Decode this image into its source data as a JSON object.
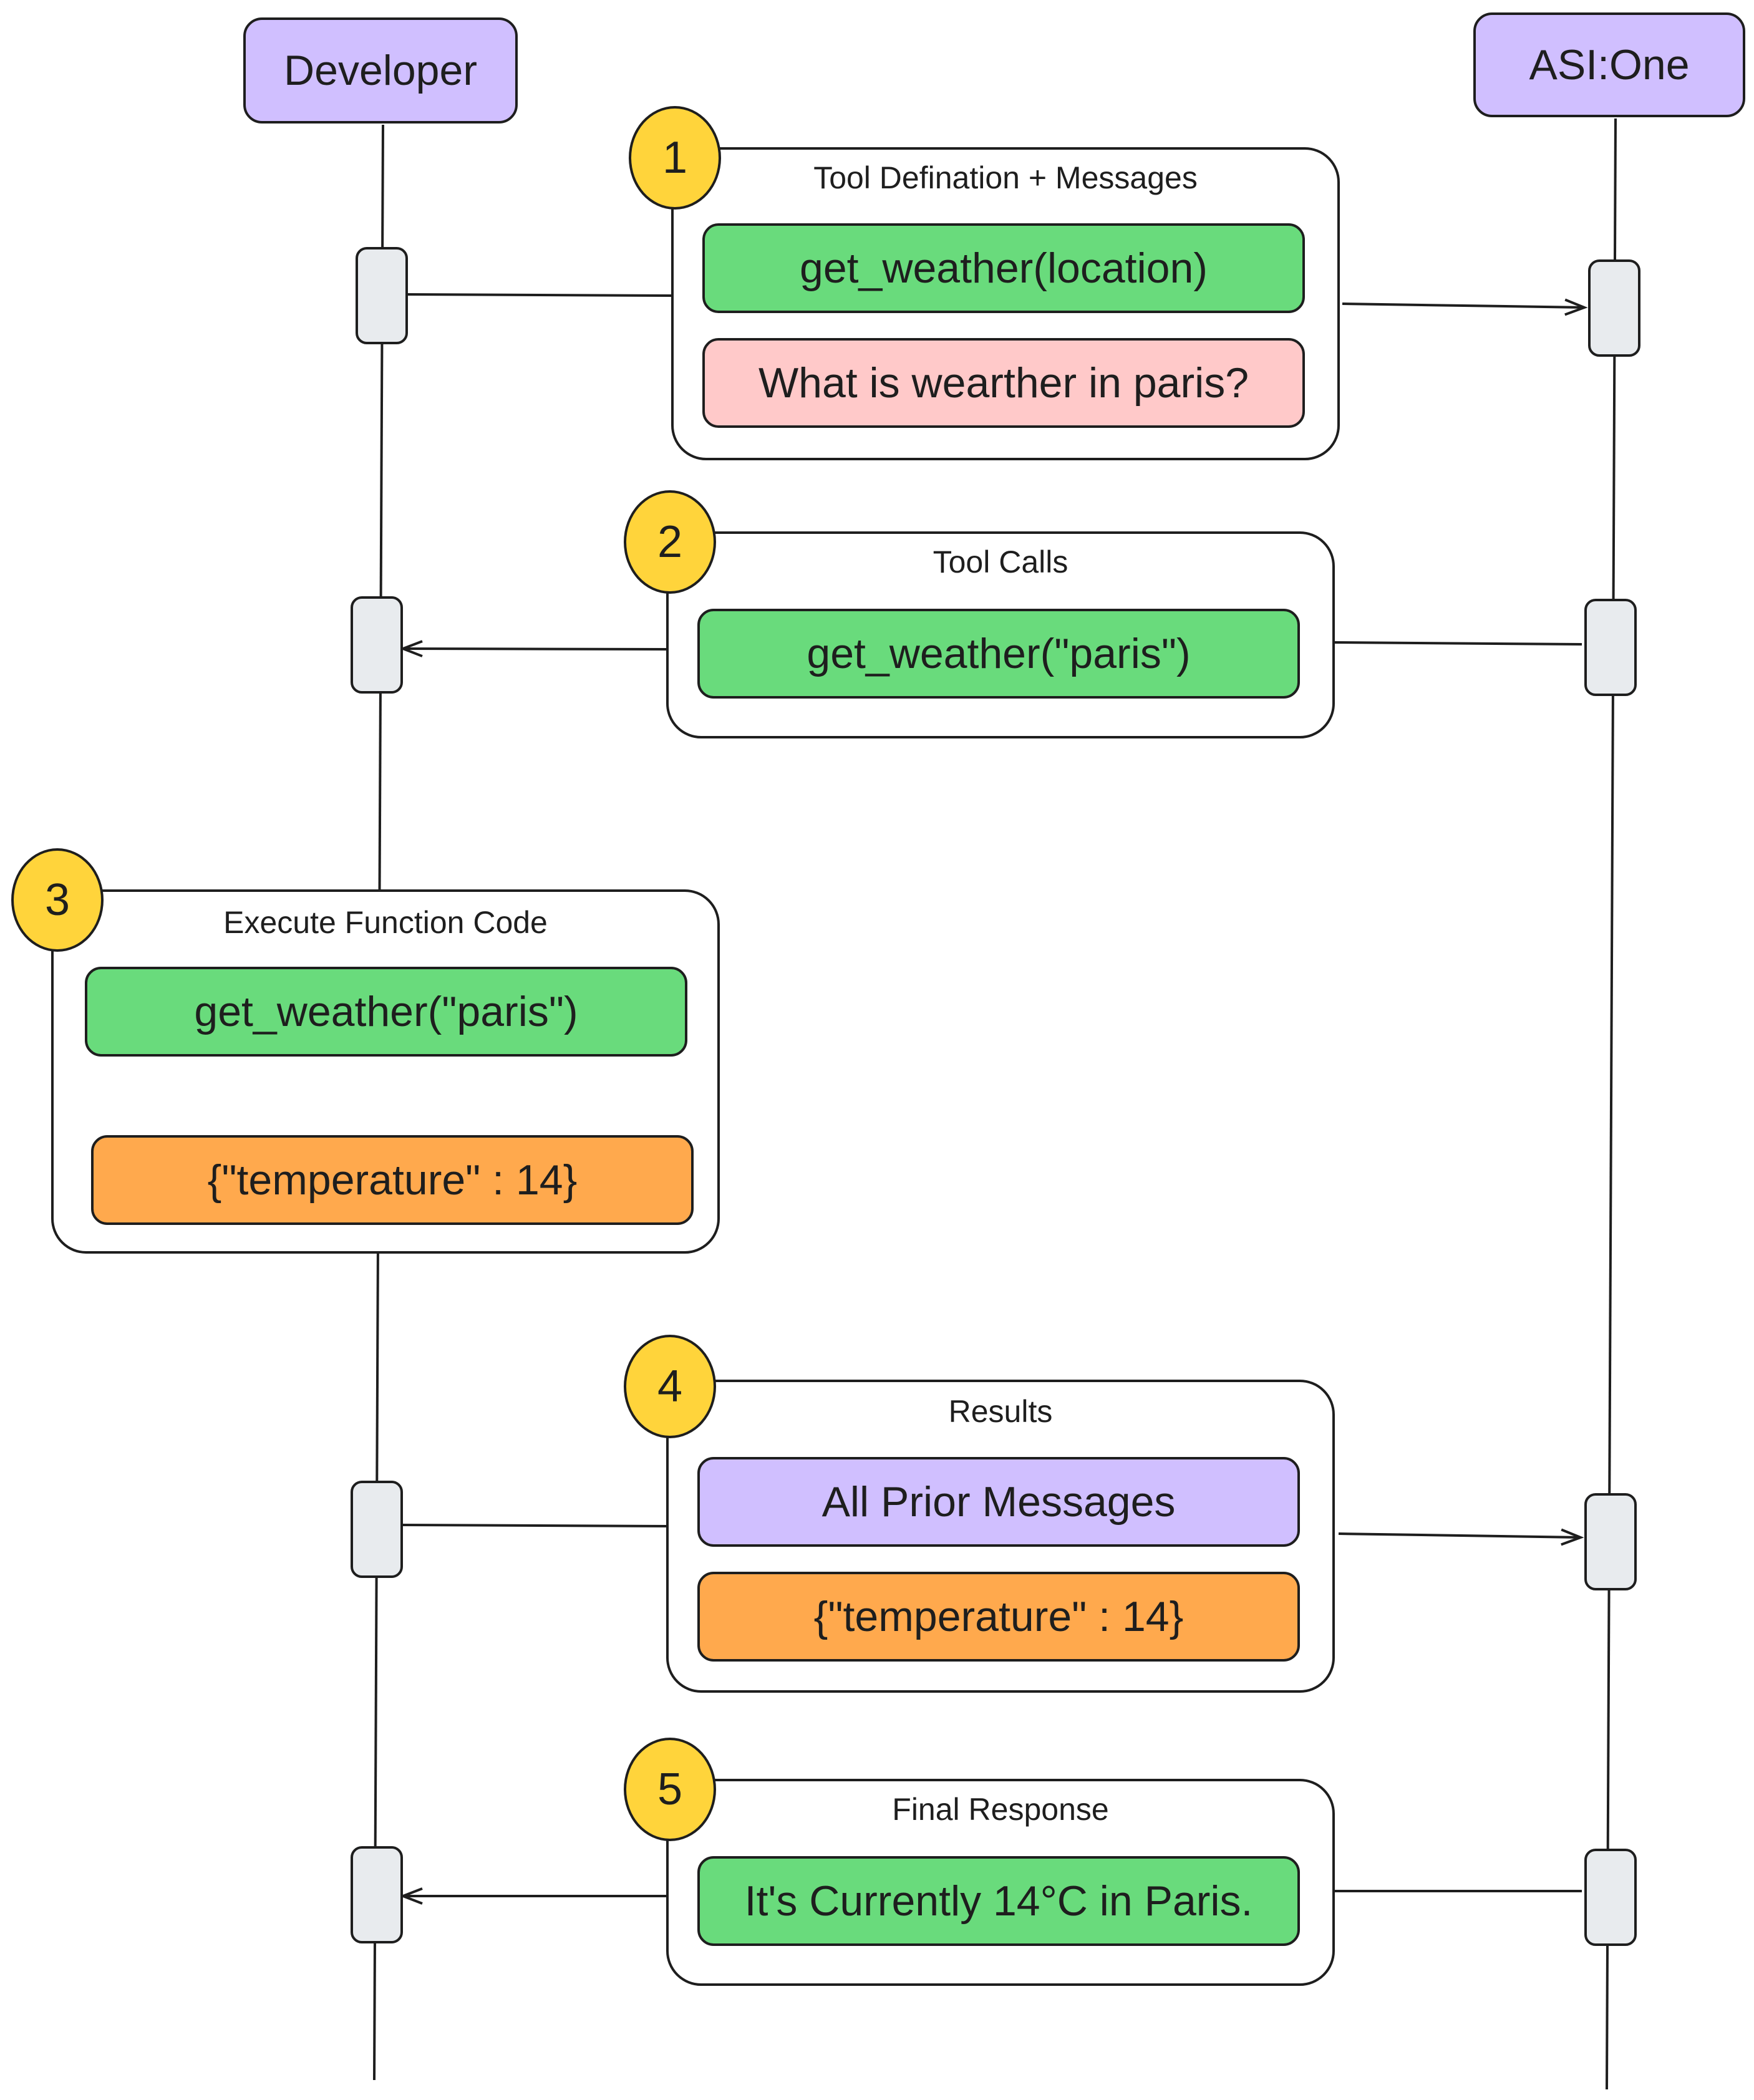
{
  "actors": {
    "developer": "Developer",
    "asi_one": "ASI:One"
  },
  "steps": [
    {
      "number": "1",
      "title": "Tool Defination + Messages",
      "items": [
        "get_weather(location)",
        "What is wearther in paris?"
      ]
    },
    {
      "number": "2",
      "title": "Tool Calls",
      "items": [
        "get_weather(\"paris\")"
      ]
    },
    {
      "number": "3",
      "title": "Execute Function Code",
      "items": [
        "get_weather(\"paris\")",
        "{\"temperature\" : 14}"
      ]
    },
    {
      "number": "4",
      "title": "Results",
      "items": [
        "All Prior Messages",
        "{\"temperature\" : 14}"
      ]
    },
    {
      "number": "5",
      "title": "Final Response",
      "items": [
        "It's Currently 14°C in Paris."
      ]
    }
  ],
  "colors": {
    "actor": "#d0bfff",
    "tool": "#69db7c",
    "message": "#ffc9c9",
    "result": "#ffa94d",
    "badge": "#ffd43b",
    "activation": "#e8ebee",
    "stroke": "#1e1e1e"
  }
}
